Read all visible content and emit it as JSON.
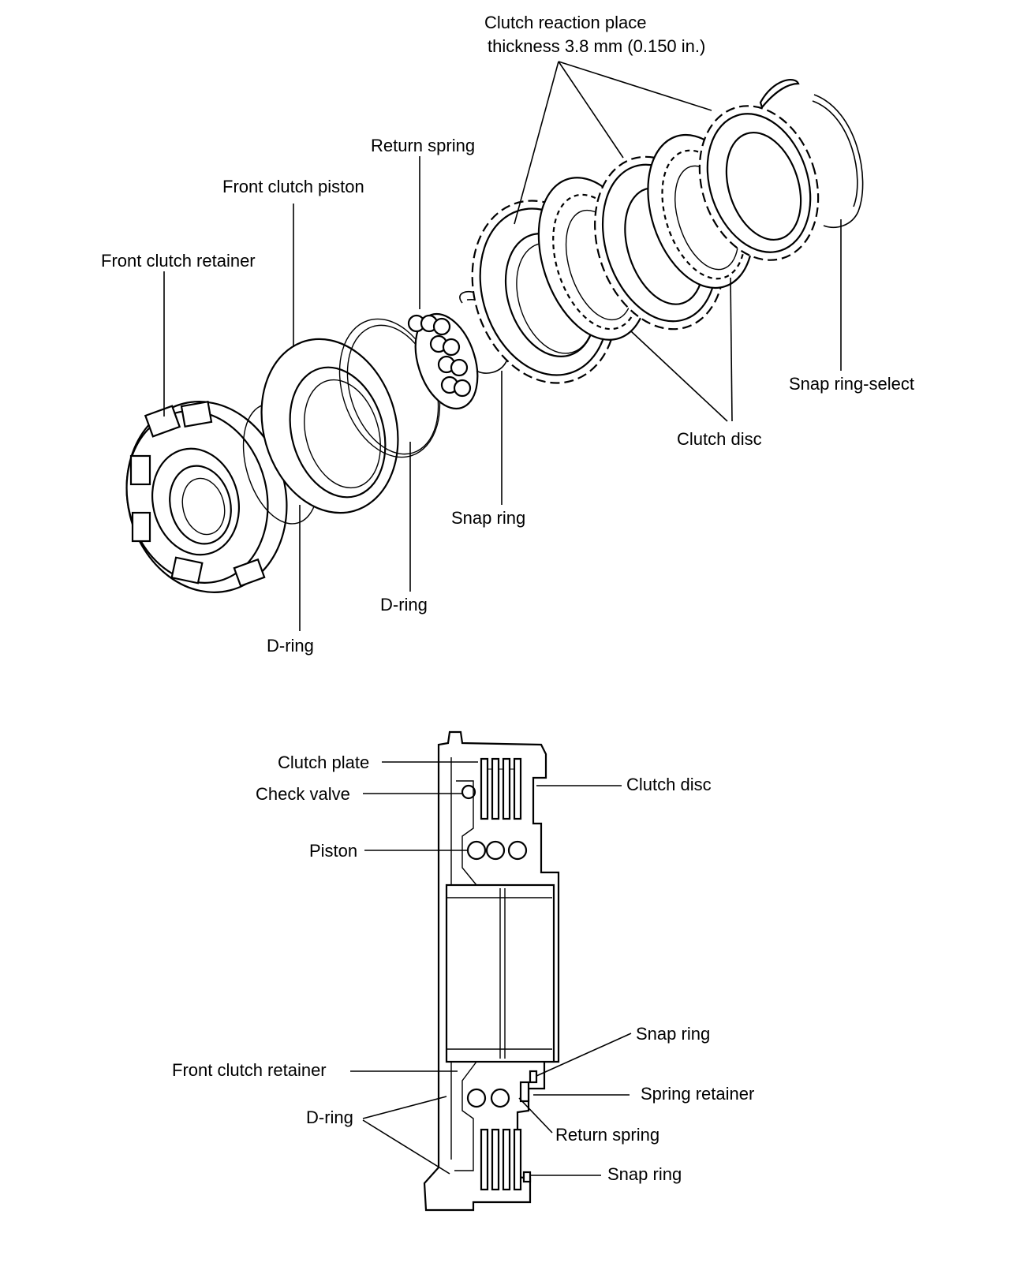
{
  "exploded_view": {
    "labels": {
      "clutch_reaction_plate_line1": "Clutch reaction place",
      "clutch_reaction_plate_line2": "thickness 3.8 mm (0.150 in.)",
      "return_spring": "Return spring",
      "front_clutch_piston": "Front clutch piston",
      "front_clutch_retainer": "Front clutch retainer",
      "snap_ring_select": "Snap ring-select",
      "clutch_disc": "Clutch disc",
      "snap_ring": "Snap ring",
      "d_ring_inner": "D-ring",
      "d_ring_outer": "D-ring"
    }
  },
  "section_view": {
    "labels": {
      "clutch_plate": "Clutch plate",
      "check_valve": "Check valve",
      "piston": "Piston",
      "clutch_disc": "Clutch disc",
      "snap_ring_upper": "Snap ring",
      "front_clutch_retainer": "Front clutch retainer",
      "spring_retainer": "Spring retainer",
      "d_ring": "D-ring",
      "return_spring": "Return spring",
      "snap_ring_lower": "Snap ring"
    }
  }
}
